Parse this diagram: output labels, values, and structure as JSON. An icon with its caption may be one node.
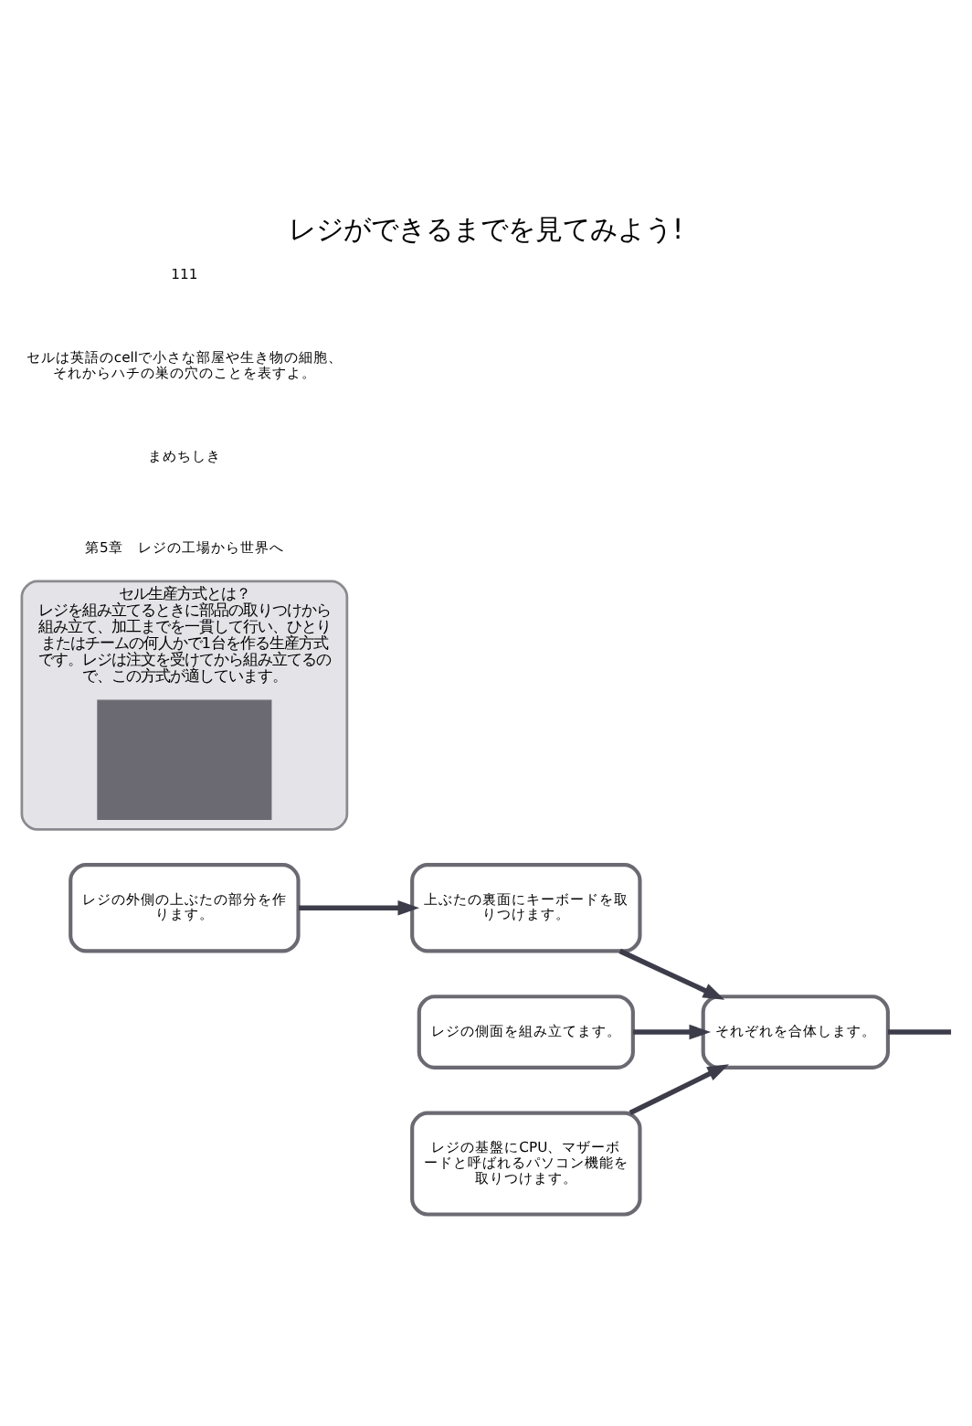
{
  "diagram": {
    "title": "レジができるまでを見てみよう!",
    "nodes": [
      {
        "text": [
          "レジの外側の上ぶたの部分を作ります。"
        ]
      },
      {
        "text": [
          "上ぶたの裏面にキーボードを取りつけます。"
        ]
      },
      {
        "text": [
          "レジの側面を組み立てます。"
        ]
      },
      {
        "text": [
          "それぞれを合体します。"
        ]
      },
      {
        "text": [
          "レジの基盤にCPU、マザーボードと呼ばれるパソコン機能を取りつけます。"
        ]
      },
      {
        "text": [
          "セル生産方式とは？",
          "レジを組み立てるときに部品の取りつけから組み立て、加工までを一貫して行い、ひとりまたはチームの何人かで1台を作る生産方式です。レジは注文を受けてから組み立てるので、この方式が適しています。"
        ]
      },
      {
        "text": [],
        "shape": "box",
        "in": 5
      }
    ],
    "edges": [
      {
        "from": 0,
        "to": 1,
        "arrow": "to"
      },
      {
        "from": 1,
        "to": 3,
        "arrow": "to"
      },
      {
        "from": 2,
        "to": 3,
        "arrow": "to"
      },
      {
        "from": 4,
        "to": 3,
        "arrow": "to"
      },
      {
        "from": 3,
        "to": null,
        "arrow": "none"
      }
    ],
    "labels": [
      "第5章　レジの工場から世界へ",
      "まめちしき",
      "セルは英語のcellで小さな部屋や生き物の細胞、それからハチの巣の穴のことを表すよ。",
      "111"
    ]
  }
}
